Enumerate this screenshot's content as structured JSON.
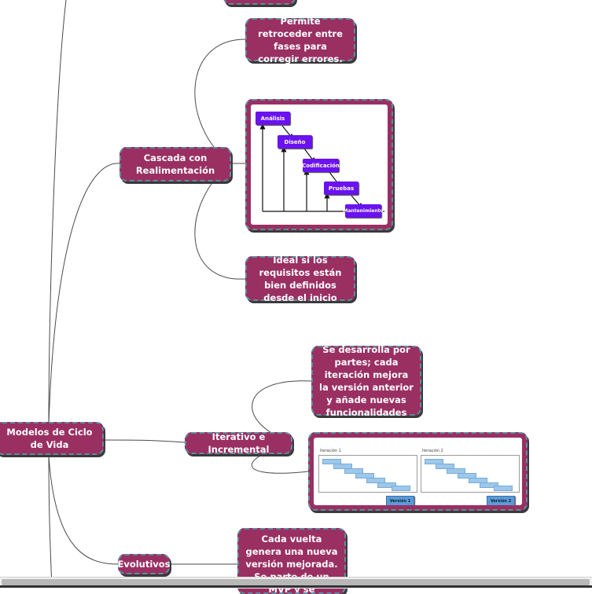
{
  "root": {
    "label": "Modelos de Ciclo de Vida"
  },
  "cascada": {
    "label": "Cascada con Realimentación",
    "note1": "Permite retroceder entre fases para corregir errores.",
    "note2": "Ideal si los requisitos están bien definidos desde el inicio",
    "diagram": {
      "phases": [
        "Análisis",
        "Diseño",
        "Codificación",
        "Pruebas",
        "Mantenimiento"
      ]
    }
  },
  "iterativo": {
    "label": "Iterativo e Incremental",
    "note": "Se desarrolla por partes; cada iteración mejora la versión anterior y añade nuevas funcionalidades",
    "diagram": {
      "iter1": "Iteración 1",
      "iter2": "Iteración 2",
      "ver1": "Versión 1",
      "ver2": "Versión 2"
    }
  },
  "evolutivos": {
    "label": "Evolutivos",
    "note": "Cada vuelta genera una nueva versión mejorada. Se parte de un MVP y se gestionan"
  },
  "colors": {
    "node": "#9a2f62",
    "border": "#5a8fa0",
    "phase": "#6a12f0",
    "iteration_bar": "#9cc8ec"
  }
}
